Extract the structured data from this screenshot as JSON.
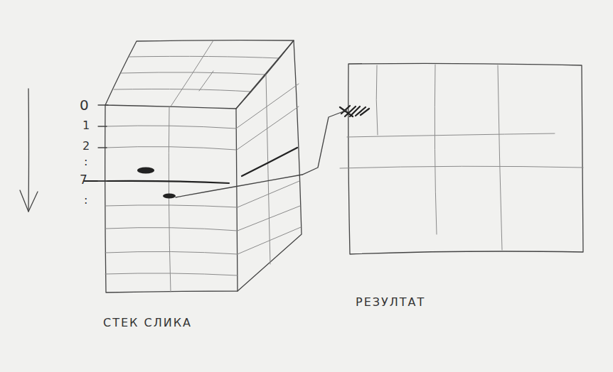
{
  "diagram": {
    "nodes": [
      {
        "text": [
          "СТЕК СЛИКА"
        ]
      },
      {
        "text": [
          "РЕЗУЛТАТ"
        ]
      }
    ],
    "edges": [
      {
        "from": 0,
        "to": 1,
        "arrow": "none"
      }
    ],
    "labels": [
      "0",
      "1",
      "2",
      ":",
      "7",
      ":"
    ]
  }
}
